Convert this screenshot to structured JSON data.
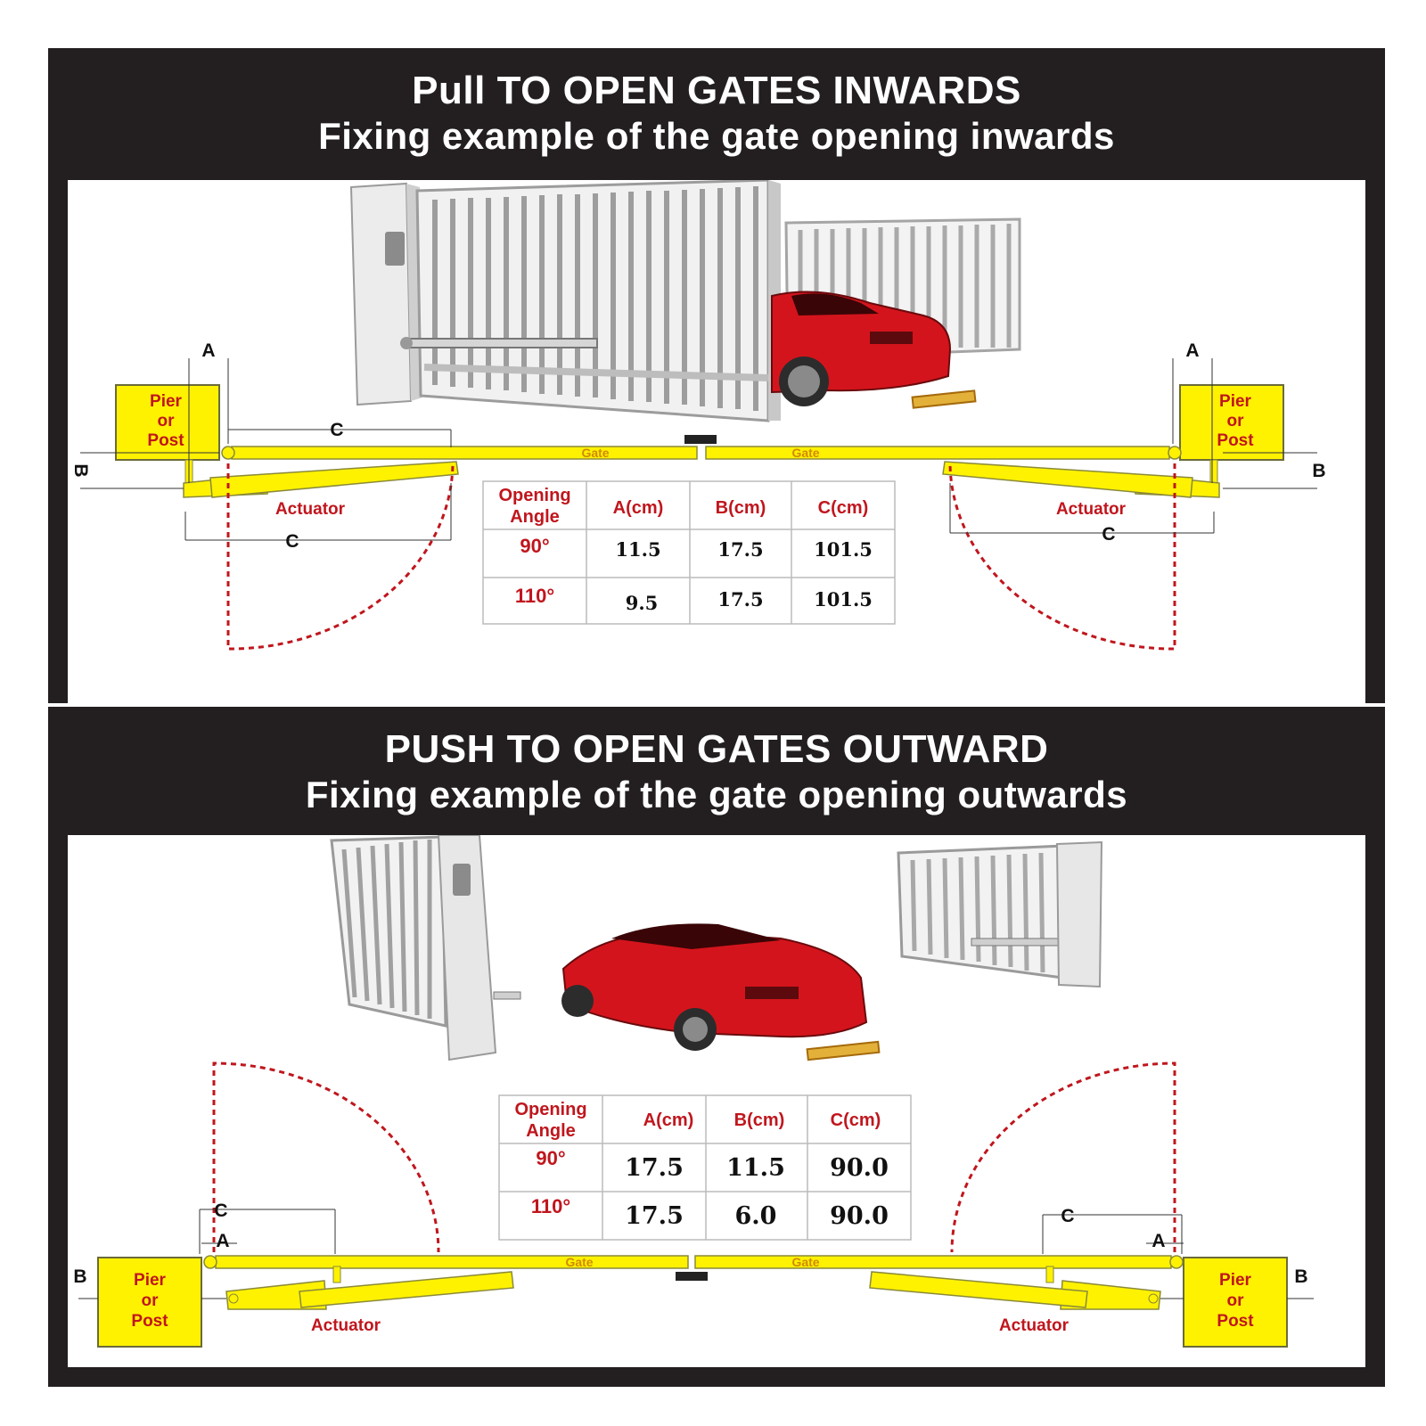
{
  "top": {
    "title": "Pull TO OPEN GATES INWARDS",
    "subtitle": "Fixing example of the gate opening inwards",
    "pier_lines": [
      "Pier",
      "or",
      "Post"
    ],
    "gate_label": "Gate",
    "actuator_label": "Actuator",
    "dims": {
      "a": "A",
      "b": "B",
      "c": "C"
    },
    "table": {
      "headers": [
        "Opening",
        "Angle",
        "A(cm)",
        "B(cm)",
        "C(cm)"
      ],
      "rows": [
        {
          "angle": "90°",
          "a": "11.5",
          "b": "17.5",
          "c": "101.5"
        },
        {
          "angle": "110°",
          "a": "9.5",
          "b": "17.5",
          "c": "101.5"
        }
      ]
    }
  },
  "bottom": {
    "title": "PUSH TO OPEN GATES OUTWARD",
    "subtitle": "Fixing example of the gate opening outwards",
    "pier_lines": [
      "Pier",
      "or",
      "Post"
    ],
    "gate_label": "Gate",
    "actuator_label": "Actuator",
    "dims": {
      "a": "A",
      "b": "B",
      "c": "C"
    },
    "table": {
      "headers": [
        "Opening",
        "Angle",
        "A(cm)",
        "B(cm)",
        "C(cm)"
      ],
      "rows": [
        {
          "angle": "90°",
          "a": "17.5",
          "b": "11.5",
          "c": "90.0"
        },
        {
          "angle": "110°",
          "a": "17.5",
          "b": "6.0",
          "c": "90.0"
        }
      ]
    }
  },
  "colors": {
    "panel": "#231f20",
    "yellow": "#fff200",
    "red": "#c0161d",
    "car": "#d4141c"
  }
}
